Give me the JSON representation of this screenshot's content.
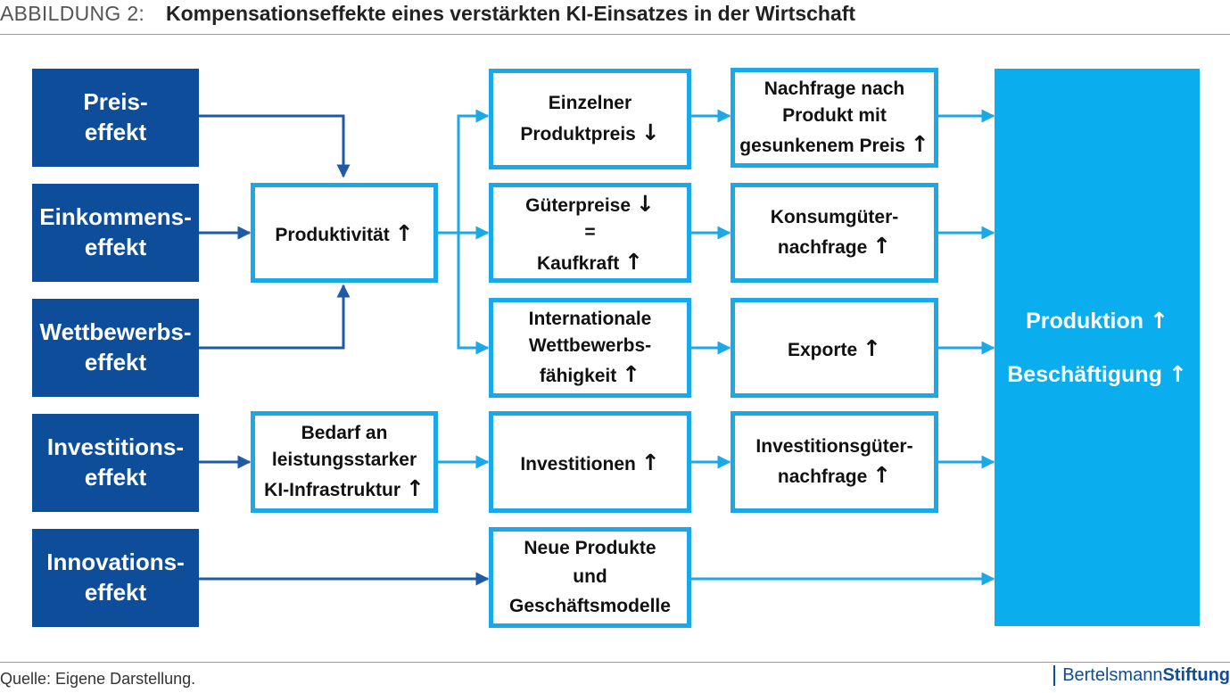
{
  "header": {
    "label": "ABBILDUNG 2:",
    "title": "Kompensationseffekte eines verstärkten KI-Einsatzes in der Wirtschaft"
  },
  "arrows": {
    "up": "↑",
    "down": "↓"
  },
  "effects": {
    "preis": [
      "Preis-",
      "effekt"
    ],
    "einkommens": [
      "Einkommens-",
      "effekt"
    ],
    "wettbewerbs": [
      "Wettbewerbs-",
      "effekt"
    ],
    "investitions": [
      "Investitions-",
      "effekt"
    ],
    "innovations": [
      "Innovations-",
      "effekt"
    ]
  },
  "mid": {
    "produktivitaet": "Produktivität",
    "bedarf": [
      "Bedarf an",
      "leistungsstarker",
      "KI-Infrastruktur"
    ]
  },
  "col3": {
    "einzelner": [
      "Einzelner",
      "Produktpreis"
    ],
    "gueterpreise": [
      "Güterpreise",
      "=",
      "Kaufkraft"
    ],
    "international": [
      "Internationale",
      "Wettbewerbs-",
      "fähigkeit"
    ],
    "investitionen": "Investitionen",
    "neue": [
      "Neue Produkte",
      "und",
      "Geschäftsmodelle"
    ]
  },
  "col4": {
    "nachfrage": [
      "Nachfrage nach",
      "Produkt mit",
      "gesunkenem Preis"
    ],
    "konsum": [
      "Konsumgüter-",
      "nachfrage"
    ],
    "exporte": "Exporte",
    "invgueter": [
      "Investitionsgüter-",
      "nachfrage"
    ]
  },
  "outcome": {
    "produktion": "Produktion",
    "beschaeftigung": "Beschäftigung"
  },
  "footer": {
    "source": "Quelle: Eigene Darstellung.",
    "brand_a": "Bertelsmann",
    "brand_b": "Stiftung"
  },
  "colors": {
    "dark_blue": "#0e4d99",
    "light_blue": "#1aa8e8",
    "bright_blue": "#0aaeef"
  }
}
